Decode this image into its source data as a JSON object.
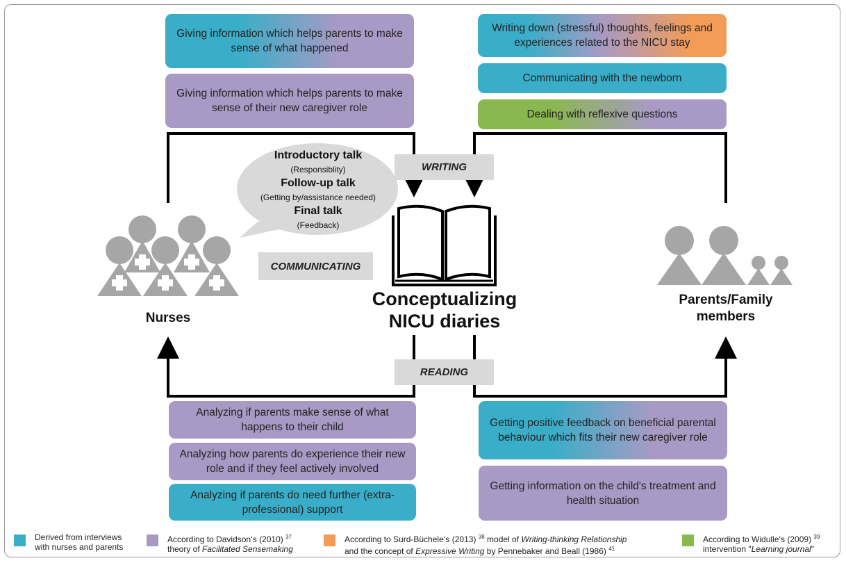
{
  "colors": {
    "interviews": "#3aaec8",
    "sensemaking": "#a89ac4",
    "writing_thinking": "#f29c58",
    "learning_journal": "#8ab850",
    "tag_bg": "#d9d9d9",
    "icon_gray": "#a6a6a6"
  },
  "center": {
    "title_line1": "Conceptualizing",
    "title_line2": "NICU diaries",
    "icon": "open-book-icon"
  },
  "tags": {
    "writing": "WRITING",
    "reading": "READING",
    "communicating": "COMMUNICATING"
  },
  "actors": {
    "nurses": "Nurses",
    "parents_line1": "Parents/Family",
    "parents_line2": "members",
    "nurses_icon": "nurses-group-icon",
    "parents_icon": "family-group-icon"
  },
  "bubble": {
    "talk1": "Introductory talk",
    "talk1_sub": "(Responsiblity)",
    "talk2": "Follow-up talk",
    "talk2_sub": "(Getting by/assistance needed)",
    "talk3": "Final talk",
    "talk3_sub": "(Feedback)"
  },
  "nurses_writing": [
    "Giving information which helps parents to make sense of what happened",
    "Giving information which helps parents to make sense of their new caregiver role"
  ],
  "parents_writing": [
    "Writing down (stressful) thoughts, feelings and experiences related to the NICU stay",
    "Communicating with the newborn",
    "Dealing with reflexive questions"
  ],
  "nurses_reading": [
    "Analyzing if parents make sense of what happens to their child",
    "Analyzing how parents do experience their new role and if they feel actively involved",
    "Analyzing if parents do need further (extra-professional) support"
  ],
  "parents_reading": [
    "Getting positive feedback on beneficial parental behaviour which fits their new caregiver role",
    "Getting information on the child's treatment and health situation"
  ],
  "legend": {
    "blue_line1": "Derived from interviews",
    "blue_line2": "with nurses and parents",
    "purple_line1_pre": "According to Davidson‘s (2010) ",
    "purple_ref": "37",
    "purple_line2_pre": "theory of ",
    "purple_line2_em": "Facilitated Sensemaking",
    "orange_line1_pre": "According to Surd-Büchele‘s (2013) ",
    "orange_ref1": "38",
    "orange_line1_mid": " model of ",
    "orange_line1_em": "Writing-thinking Relationship",
    "orange_line2_pre": "and the concept of ",
    "orange_line2_em": "Expressive Writing",
    "orange_line2_post": " by Pennebaker and Beall (1986) ",
    "orange_ref2": "41",
    "green_line1_pre": "According to Widulle‘s (2009) ",
    "green_ref": "39",
    "green_line2_pre": "intervention \"",
    "green_line2_em": "Learning journal",
    "green_line2_post": "\""
  }
}
